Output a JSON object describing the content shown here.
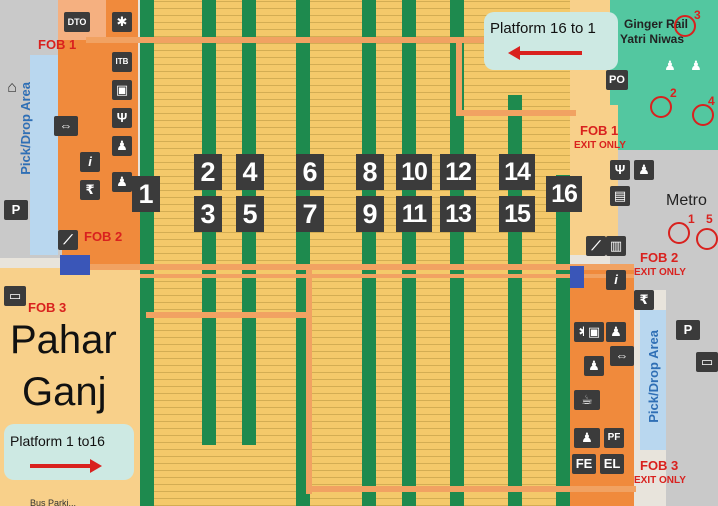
{
  "labels": {
    "pahar_ganj_line1": "Pahar",
    "pahar_ganj_line2": "Ganj",
    "platform_1_to_16": "Platform 1 to16",
    "platform_16_to_1": "Platform 16 to 1",
    "ginger_rail_line1": "Ginger Rail",
    "ginger_rail_line2": "Yatri Niwas",
    "metro": "Metro",
    "pick_drop_left": "Pick/Drop Area",
    "pick_drop_right": "Pick/Drop Area",
    "bus_park": "Bus Parki..."
  },
  "fobs": {
    "fob1_left": "FOB 1",
    "fob2_left": "FOB 2",
    "fob3_left": "FOB 3",
    "fob1_right": "FOB 1",
    "fob1_right_note": "EXIT ONLY",
    "fob2_right": "FOB 2",
    "fob2_right_note": "EXIT ONLY",
    "fob3_right": "FOB 3",
    "fob3_right_note": "EXIT ONLY"
  },
  "platforms": {
    "p1": "1",
    "p2": "2",
    "p3": "3",
    "p4": "4",
    "p5": "5",
    "p6": "6",
    "p7": "7",
    "p8": "8",
    "p9": "9",
    "p10": "10",
    "p11": "11",
    "p12": "12",
    "p13": "13",
    "p14": "14",
    "p15": "15",
    "p16": "16"
  },
  "icons": {
    "dto": "DTO",
    "itb": "ITB",
    "po": "PO",
    "fe": "FE",
    "el": "EL",
    "pf": "PF",
    "info": "i",
    "rupee": "₹",
    "parking": "P",
    "metro_1": "1",
    "metro_2": "2",
    "metro_3": "3",
    "metro_4": "4",
    "metro_5": "5"
  },
  "colors": {
    "track": "#1e8a4e",
    "platform": "#f4c96a",
    "concourse": "#f08a3c",
    "fob": "#f1a262",
    "label_red": "#d9211e",
    "pick_drop": "#2f6fb5",
    "metro_area": "#c9c9c9"
  }
}
